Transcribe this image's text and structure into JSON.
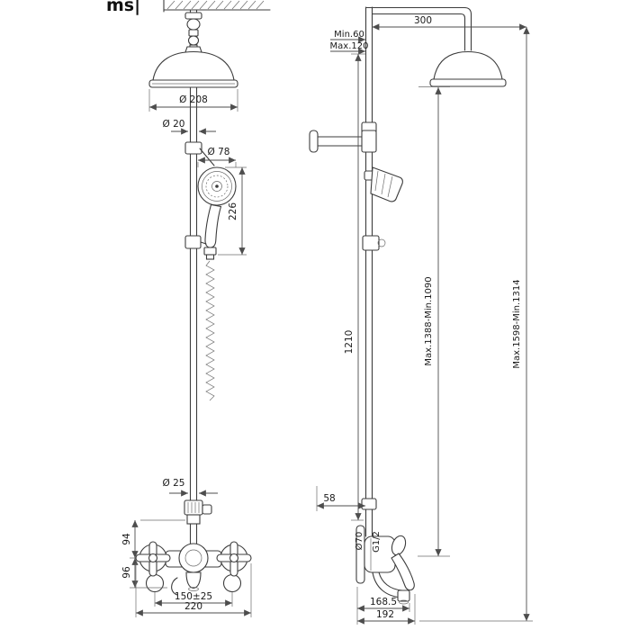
{
  "logo": {
    "text": "ms|"
  },
  "front_view": {
    "head_diameter": "Ø 208",
    "pipe_diameter": "Ø 20",
    "handshower_diameter": "Ø 78",
    "handshower_length": "226",
    "riser_diameter": "Ø 25",
    "valve_upper_offset": "94",
    "valve_lower_offset": "96",
    "inlet_spacing": "150±25",
    "overall_width": "220"
  },
  "side_view": {
    "ceiling_min": "Min.60",
    "ceiling_max": "Max.120",
    "arm_reach": "300",
    "riser_length": "1210",
    "head_height_range": "Max.1388-Min.1090",
    "overall_height_range": "Max.1598-Min.1314",
    "wall_offset": "58",
    "flange_diameter": "Ø70",
    "connection_thread": "G1/2",
    "spout_reach": "168.5",
    "overall_depth": "192"
  }
}
